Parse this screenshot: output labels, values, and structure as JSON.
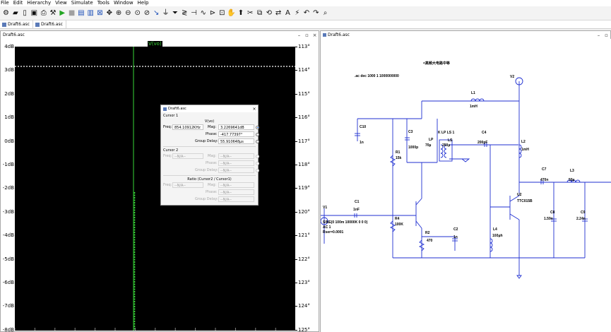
{
  "menu": [
    "File",
    "Edit",
    "Hierarchy",
    "View",
    "Simulate",
    "Tools",
    "Window",
    "Help"
  ],
  "toolbar_icons": [
    "gear-icon",
    "open-folder-icon",
    "open-file-icon",
    "save-icon",
    "print-icon",
    "setup-icon",
    "run-icon",
    "halt-icon",
    "tile-horizontal-icon",
    "tile-vertical-icon",
    "close-window-icon",
    "pan-icon",
    "zoom-in-icon",
    "zoom-out-icon",
    "zoom-fit-icon",
    "zoom-cancel-icon",
    "wire-icon",
    "ground-icon",
    "label-icon",
    "resistor-icon",
    "capacitor-icon",
    "inductor-icon",
    "diode-icon",
    "component-icon",
    "move-icon",
    "drag-icon",
    "delete-icon",
    "copy-icon",
    "rotate-icon",
    "mirror-icon",
    "text-icon",
    "spice-directive-icon",
    "undo-icon",
    "redo-icon",
    "find-icon"
  ],
  "doc_tabs": [
    "Draft6.asc",
    "Draft6.asc"
  ],
  "plot": {
    "window_title": "Draft6.asc",
    "trace_label": "V(vo)",
    "trace_color": "#39d939",
    "left_ticks": [
      "4dB",
      "3dB",
      "2dB",
      "1dB",
      "0dB",
      "-1dB",
      "-2dB",
      "-3dB",
      "-4dB",
      "-5dB",
      "-6dB",
      "-7dB",
      "-8dB"
    ],
    "right_ticks": [
      "113°",
      "114°",
      "115°",
      "116°",
      "117°",
      "118°",
      "119°",
      "120°",
      "121°",
      "122°",
      "123°",
      "124°",
      "125°"
    ]
  },
  "cursor_dialog": {
    "title": "Draft6.asc",
    "cursor1_label": "Cursor 1",
    "trace_name": "V(vo)",
    "freq_label": "Freq:",
    "freq_value": "854.10912KHz",
    "mag_label": "Mag:",
    "mag_value": "3.2269641dB",
    "phase_label": "Phase:",
    "phase_value": "-417.77397°",
    "delay_label": "Group Delay:",
    "delay_value": "55.910648µs",
    "cursor2_label": "Cursor 2",
    "na": "--N/A--",
    "ratio_label": "Ratio (Cursor2 / Cursor1)"
  },
  "schematic": {
    "window_title": "Draft6.asc",
    "title_text": "<高频大电路中等",
    "directive": ".ac dec 1000 1 1000000000",
    "source_text": [
      "SINE(0 100m 10000K 0 0 0)",
      "AC 1",
      "Rser=0.0001"
    ],
    "components": [
      {
        "ref": "V2",
        "value": ""
      },
      {
        "ref": "L1",
        "value": "1mH"
      },
      {
        "ref": "C10",
        "value": "1n"
      },
      {
        "ref": "C3",
        "value": "1000p"
      },
      {
        "ref": "K LP LS 1",
        "value": ""
      },
      {
        "ref": "LP",
        "value": "70µ"
      },
      {
        "ref": "LS",
        "value": "250µ"
      },
      {
        "ref": "C4",
        "value": "200pF"
      },
      {
        "ref": "L2",
        "value": "1mH"
      },
      {
        "ref": "R1",
        "value": "15k"
      },
      {
        "ref": "V1",
        "value": ""
      },
      {
        "ref": "C1",
        "value": "1nF"
      },
      {
        "ref": "R4",
        "value": "100K"
      },
      {
        "ref": "R2",
        "value": "470"
      },
      {
        "ref": "C2",
        "value": "1n"
      },
      {
        "ref": "U2",
        "value": "TTC015B"
      },
      {
        "ref": "L4",
        "value": "10δµh"
      },
      {
        "ref": "C7",
        "value": "470n"
      },
      {
        "ref": "L3",
        "value": "50µ"
      },
      {
        "ref": "C8",
        "value": "1.59n"
      },
      {
        "ref": "C9",
        "value": "2.24n"
      }
    ]
  }
}
